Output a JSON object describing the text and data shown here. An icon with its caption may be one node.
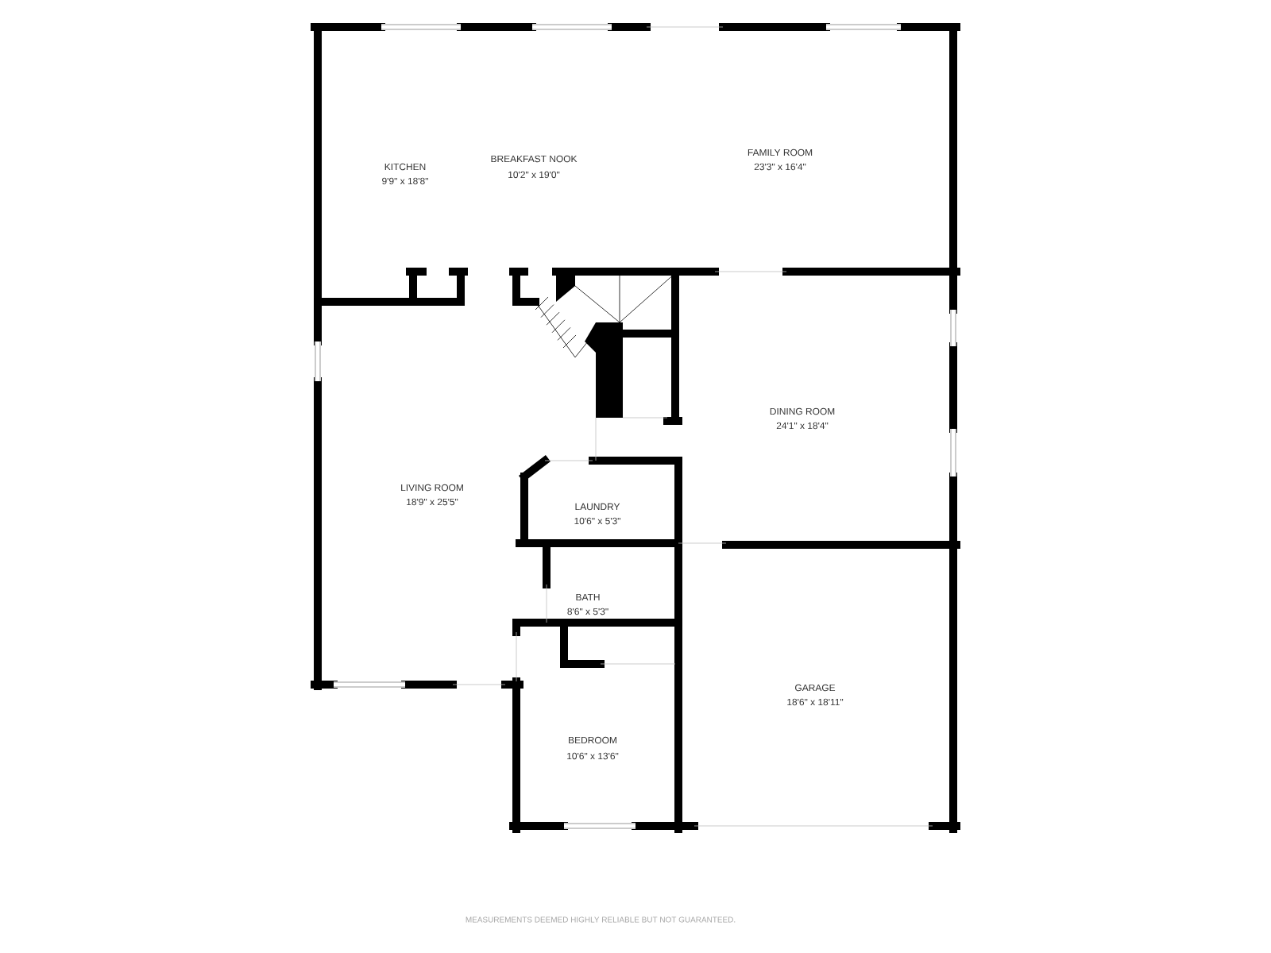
{
  "diagram": {
    "labels": [
      "KITCHEN",
      "9'9\" x 18'8\"",
      "BREAKFAST NOOK",
      "10'2\" x 19'0\"",
      "FAMILY ROOM",
      "23'3\" x 16'4\"",
      "DINING ROOM",
      "24'1\" x 18'4\"",
      "LIVING ROOM",
      "18'9\" x 25'5\"",
      "LAUNDRY",
      "10'6\" x 5'3\"",
      "BATH",
      "8'6\" x 5'3\"",
      "GARAGE",
      "18'6\" x 18'11\"",
      "BEDROOM",
      "10'6\" x 13'6\"",
      "MEASUREMENTS DEEMED HIGHLY RELIABLE BUT NOT GUARANTEED."
    ]
  }
}
